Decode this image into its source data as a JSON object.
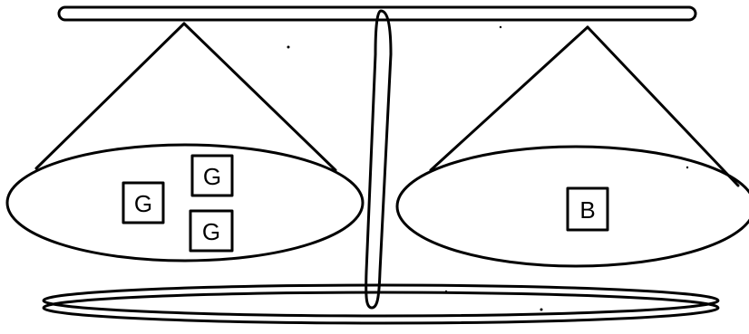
{
  "left_pan": {
    "blocks": [
      {
        "label": "G"
      },
      {
        "label": "G"
      },
      {
        "label": "G"
      }
    ]
  },
  "right_pan": {
    "blocks": [
      {
        "label": "B"
      }
    ]
  }
}
